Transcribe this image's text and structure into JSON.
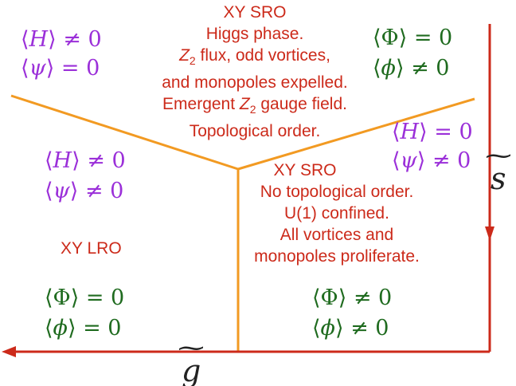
{
  "colors": {
    "phase_boundary": "#f29a22",
    "axis_arrow": "#cc2a1a",
    "phase_label": "#cc2a1a",
    "order_param_purple": "#9b30d9",
    "order_param_green": "#1f6b1f"
  },
  "axes": {
    "vertical_label": "s",
    "horizontal_label": "g"
  },
  "regions": {
    "top": {
      "title": "XY SRO",
      "lines": [
        "Higgs phase.",
        "Z",
        "2",
        " flux, odd vortices,",
        "and monopoles expelled.",
        "Emergent ",
        "Z",
        "2",
        " gauge field.",
        "Topological order."
      ]
    },
    "left": {
      "title": "XY LRO"
    },
    "right": {
      "title": "XY SRO",
      "lines": [
        "No topological order.",
        "U(1) confined.",
        "All vortices and",
        "monopoles proliferate."
      ]
    }
  },
  "order_params": {
    "H": "H",
    "psi": "ψ",
    "Phi": "Φ",
    "phi": "ϕ",
    "neq": "≠ 0",
    "eq": "= 0",
    "lang": "⟨",
    "rang": "⟩"
  }
}
